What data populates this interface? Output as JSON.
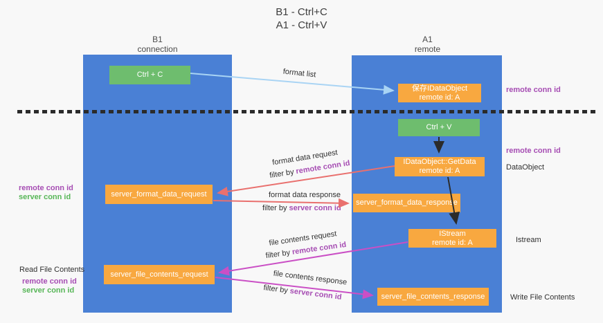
{
  "title": {
    "line1": "B1 - Ctrl+C",
    "line2": "A1 - Ctrl+V"
  },
  "lanes": {
    "left": {
      "name": "B1",
      "subtitle": "connection"
    },
    "right": {
      "name": "A1",
      "subtitle": "remote"
    }
  },
  "boxes": {
    "ctrl_c": "Ctrl + C",
    "ctrl_v": "Ctrl + V",
    "save_idataobject": {
      "line1": "保存IDataObject",
      "line2": "remote id: A"
    },
    "getdata": {
      "line1": "IDataObject::GetData",
      "line2": "remote id: A"
    },
    "istream": {
      "line1": "IStream",
      "line2": "remote id: A"
    },
    "format_request": "server_format_data_request",
    "format_response": "server_format_data_response",
    "file_request": "server_file_contents_request",
    "file_response": "server_file_contents_response"
  },
  "arrow_labels": {
    "format_list": "format list",
    "format_data_request": "format data request",
    "format_data_response": "format data response",
    "file_contents_request": "file contents request",
    "file_contents_response": "file contents response",
    "filter_by": "filter by ",
    "remote_conn_id": "remote conn id",
    "server_conn_id": "server conn id"
  },
  "annotations": {
    "remote_conn_id": "remote conn id",
    "server_conn_id": "server conn id",
    "dataobject": "DataObject",
    "istream": "Istream",
    "read_file_contents": "Read File Contents",
    "write_file_contents": "Write File Contents"
  },
  "colors": {
    "lane_blue": "#4a80d5",
    "box_orange": "#f8a840",
    "box_green": "#6ebd6e",
    "arrow_light_blue": "#a9d4f4",
    "arrow_red": "#e9706e",
    "arrow_magenta": "#ca4fc5",
    "arrow_black": "#2b2b2b",
    "text_purple": "#a64db3",
    "text_green": "#57b657",
    "background": "#f8f8f8"
  }
}
